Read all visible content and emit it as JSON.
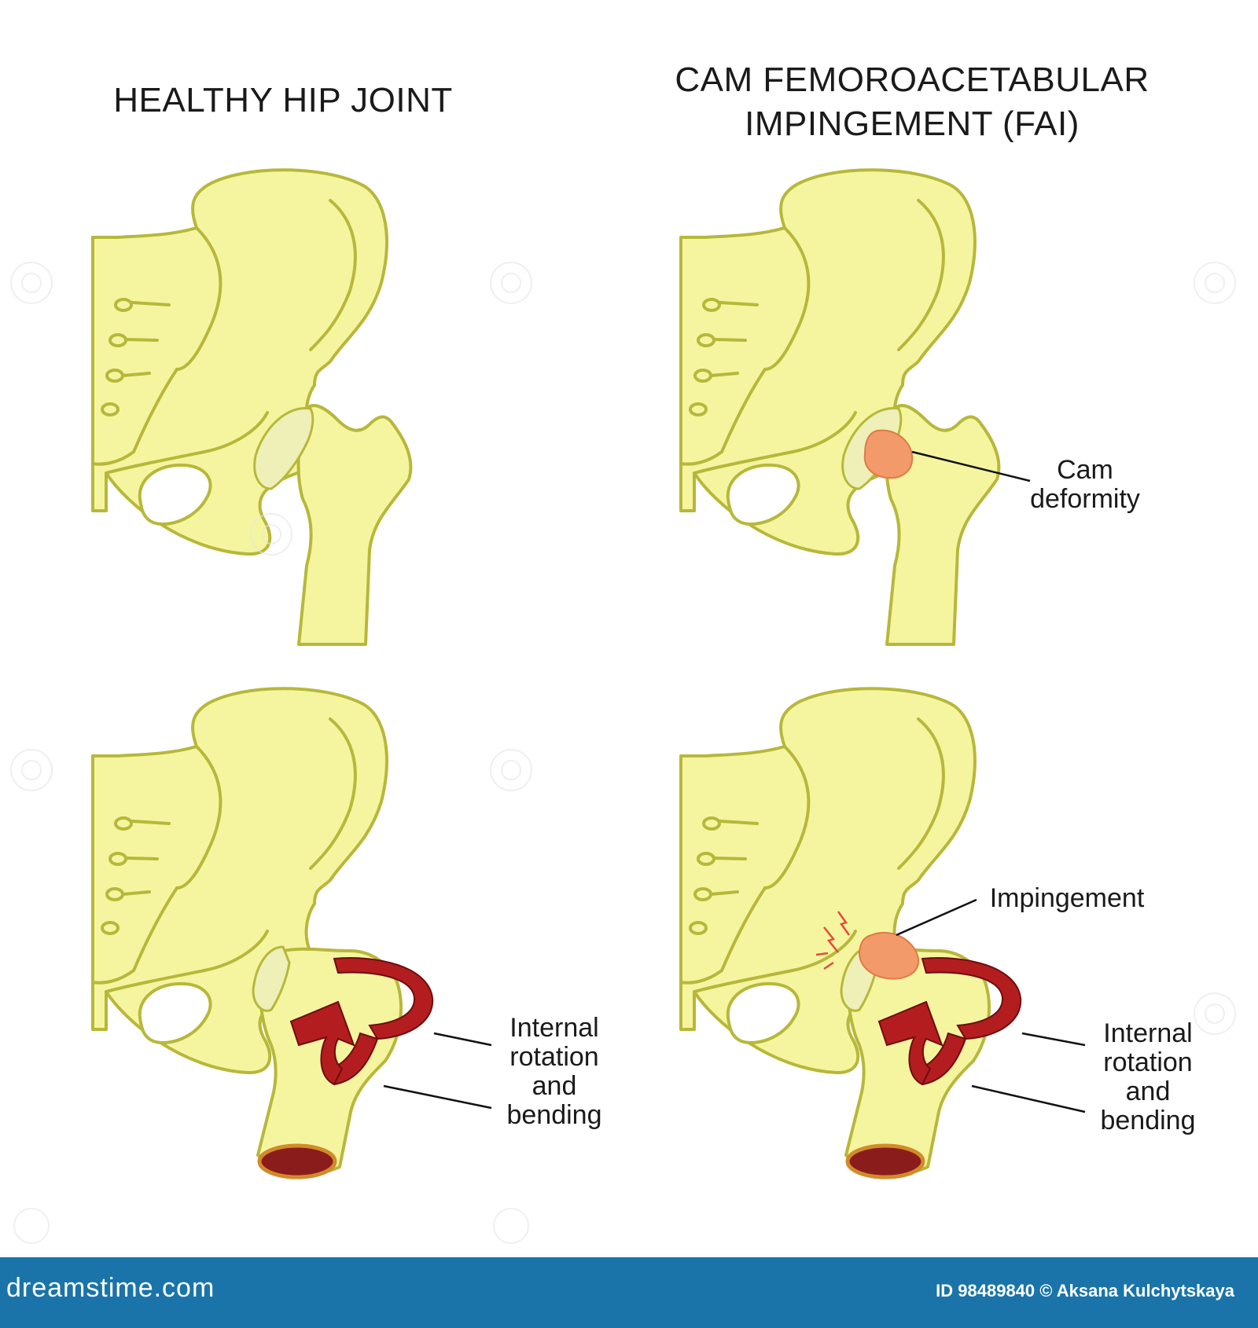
{
  "titles": {
    "left": "HEALTHY HIP JOINT",
    "right_line1": "CAM FEMOROACETABULAR",
    "right_line2": "IMPINGEMENT (FAI)"
  },
  "labels": {
    "cam_line1": "Cam",
    "cam_line2": "deformity",
    "impingement": "Impingement",
    "left_motion": [
      "Internal",
      "rotation",
      "and",
      "bending"
    ],
    "right_motion": [
      "Internal",
      "rotation",
      "and",
      "bending"
    ]
  },
  "footer": {
    "brand": "dreamstime.com",
    "credit": "ID 98489840 © Aksana Kulchytskaya"
  },
  "colors": {
    "bone_fill": "#f5f5a0",
    "bone_outline": "#b7b83a",
    "cam_deformity": "#f39a6a",
    "rotation_arrow": "#b41d1f",
    "footer_bar": "#1a74a9"
  }
}
